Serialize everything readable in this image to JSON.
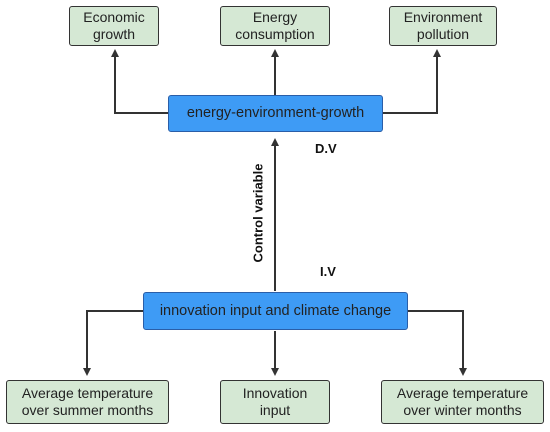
{
  "top_boxes": [
    {
      "line1": "Economic",
      "line2": "growth"
    },
    {
      "line1": "Energy",
      "line2": "consumption"
    },
    {
      "line1": "Environment",
      "line2": "pollution"
    }
  ],
  "dv_box": "energy-environment-growth",
  "dv_label": "D.V",
  "control_label": "Control variable",
  "iv_label": "I.V",
  "iv_box": "innovation input and climate change",
  "bottom_boxes": [
    {
      "line1": "Average temperature",
      "line2": "over summer months"
    },
    {
      "line1": "Innovation",
      "line2": "input"
    },
    {
      "line1": "Average temperature",
      "line2": "over winter months"
    }
  ],
  "colors": {
    "green_fill": "#d5e8d4",
    "blue_fill": "#3e9bf5",
    "line": "#333333"
  }
}
